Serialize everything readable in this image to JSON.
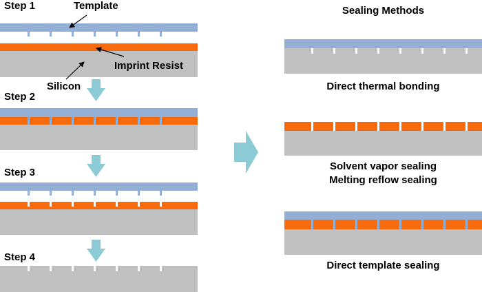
{
  "steps": [
    "Step 1",
    "Step 2",
    "Step 3",
    "Step 4"
  ],
  "labels": {
    "template": "Template",
    "imprint_resist": "Imprint Resist",
    "silicon": "Silicon"
  },
  "sealing": {
    "title": "Sealing Methods",
    "method1": "Direct thermal bonding",
    "method2_line1": "Solvent vapor sealing",
    "method2_line2": "Melting reflow sealing",
    "method3": "Direct template sealing"
  },
  "colors": {
    "template": "#94afd6",
    "resist": "#f86b0c",
    "silicon": "#c0c0c0",
    "arrow": "#8ccbd6",
    "gap": "#ffffff"
  }
}
